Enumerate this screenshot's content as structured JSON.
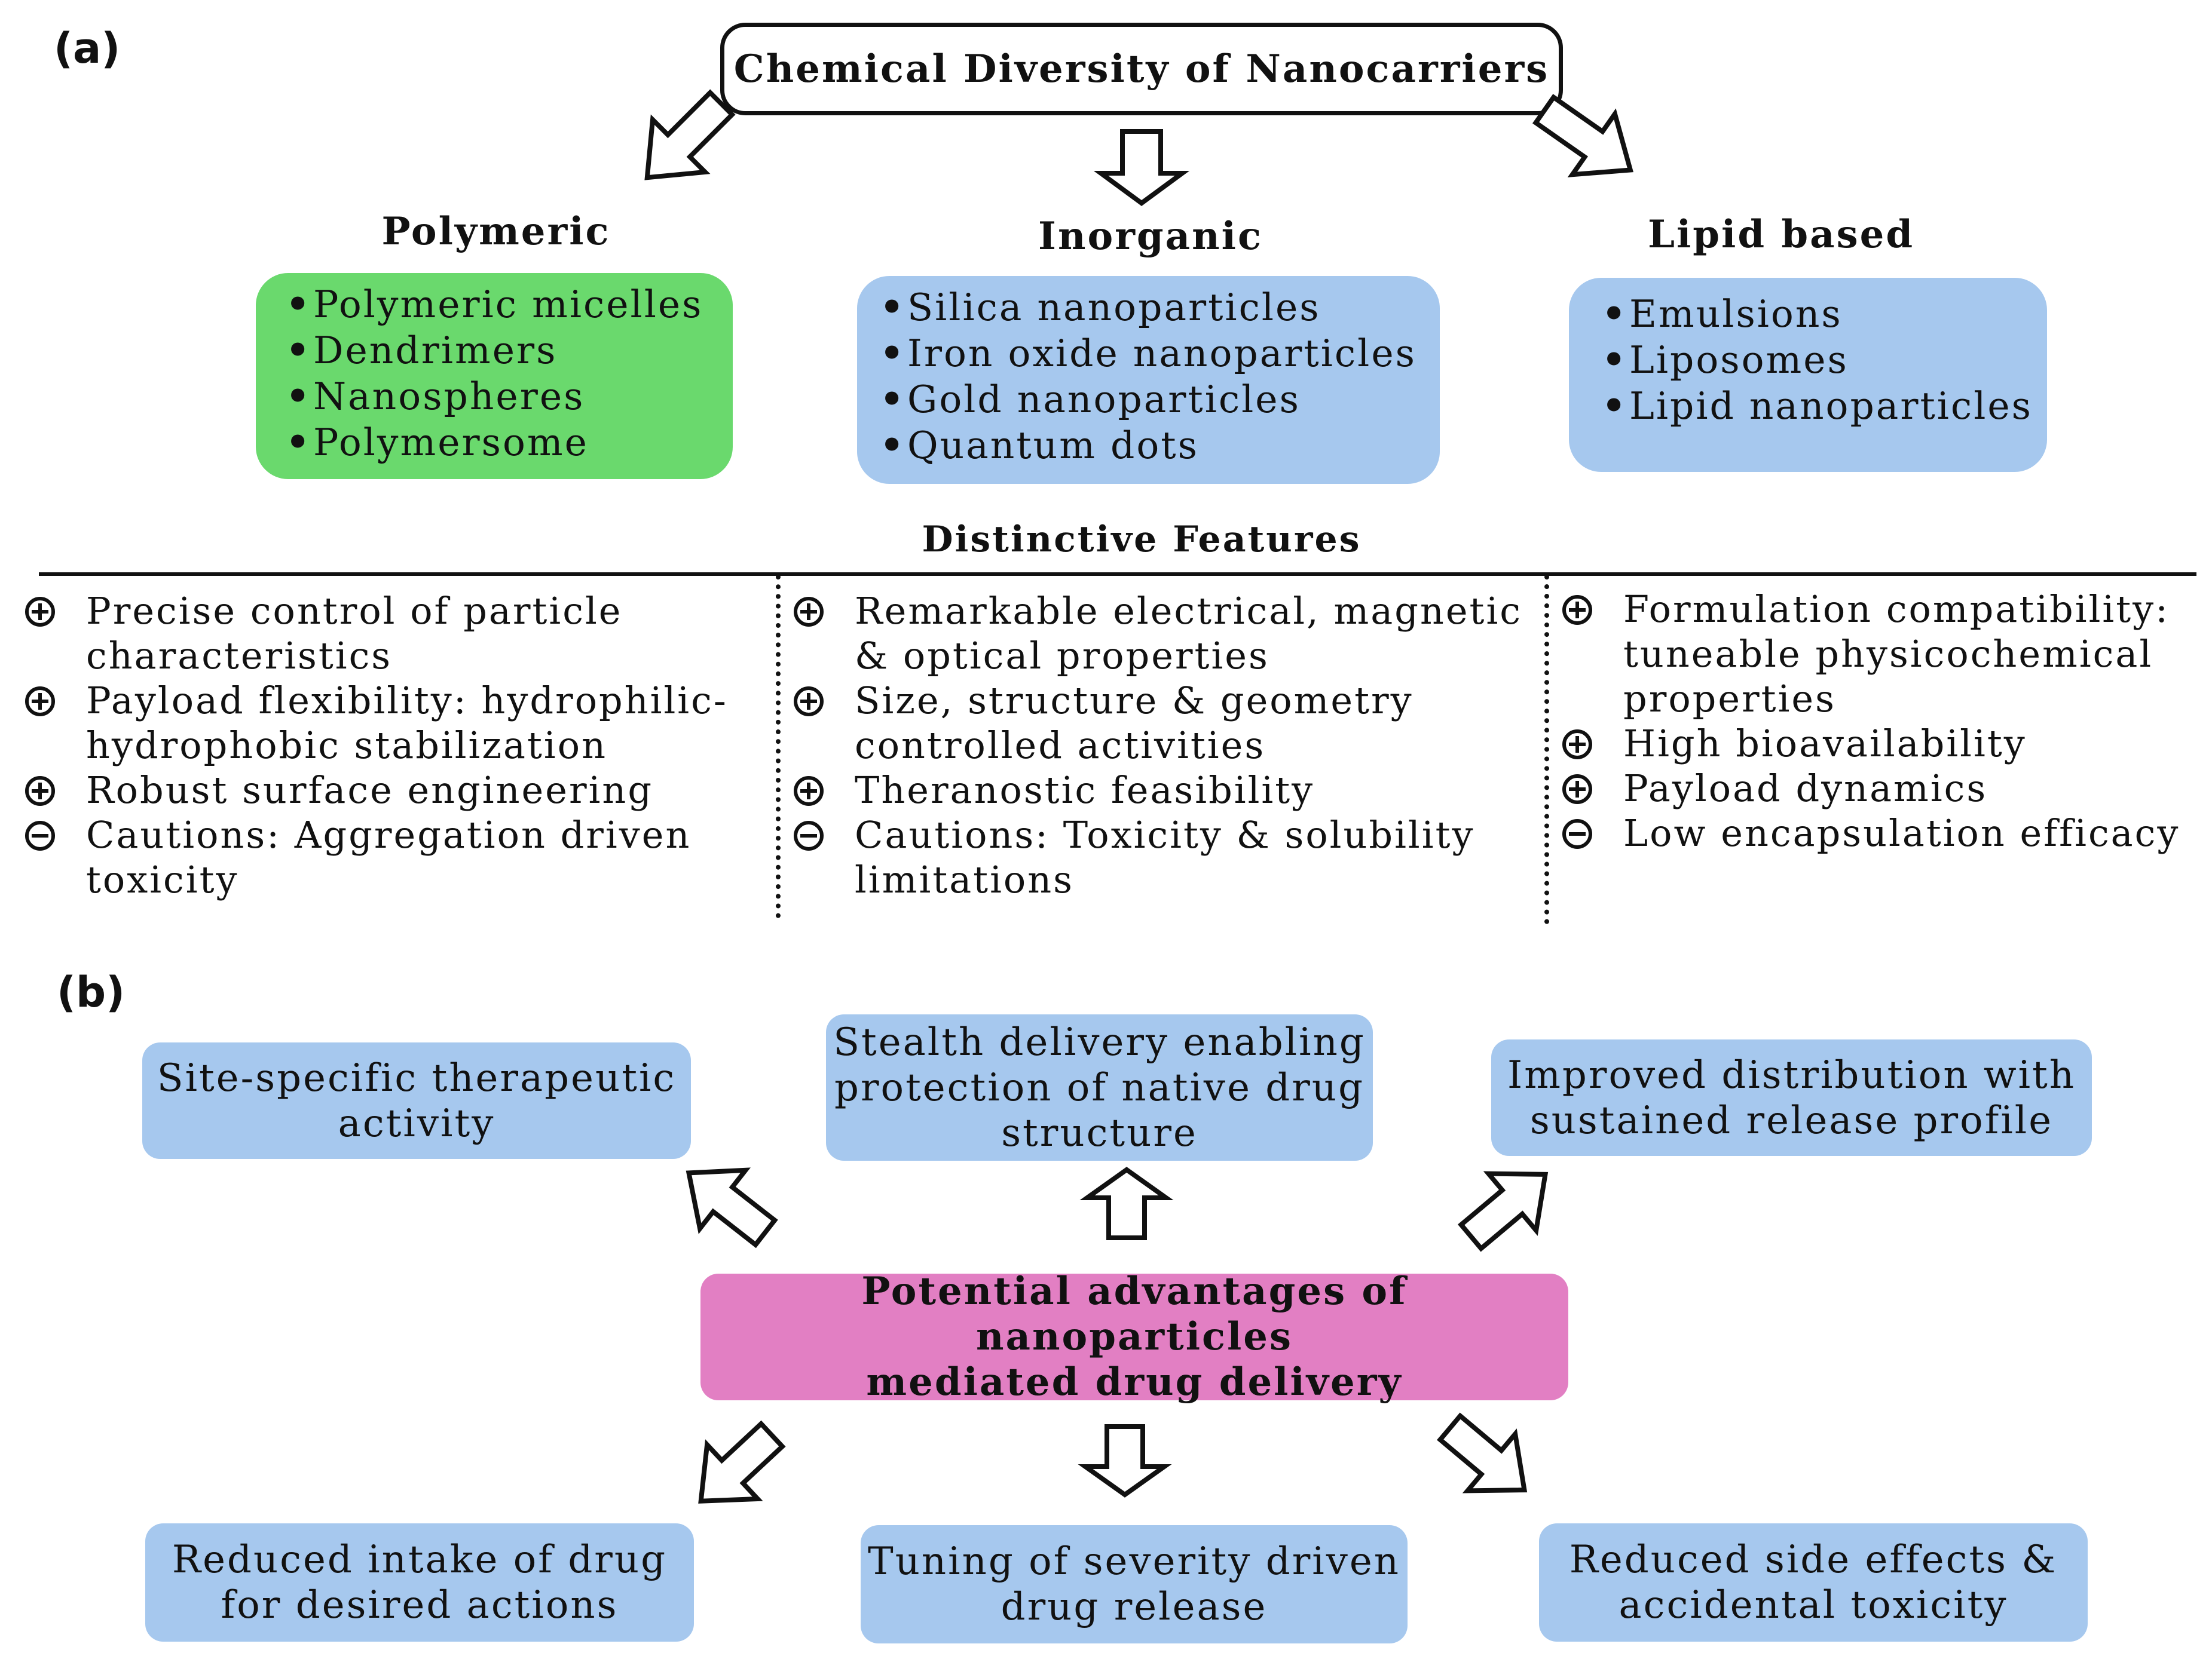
{
  "panel_a": {
    "label": "(a)",
    "title": "Chemical Diversity of Nanocarriers",
    "categories": [
      {
        "heading": "Polymeric",
        "items": [
          "Polymeric micelles",
          "Dendrimers",
          "Nanospheres",
          "Polymersome"
        ],
        "color": "#6ad96d"
      },
      {
        "heading": "Inorganic",
        "items": [
          "Silica nanoparticles",
          "Iron oxide nanoparticles",
          "Gold nanoparticles",
          "Quantum dots"
        ],
        "color": "#a6c8ee"
      },
      {
        "heading": "Lipid based",
        "items": [
          "Emulsions",
          "Liposomes",
          "Lipid nanoparticles"
        ],
        "color": "#a6c8ee"
      }
    ],
    "features_title": "Distinctive Features",
    "features": [
      [
        {
          "sign": "plus",
          "lines": [
            "Precise control of particle",
            "characteristics"
          ]
        },
        {
          "sign": "plus",
          "lines": [
            "Payload flexibility: hydrophilic-",
            "hydrophobic stabilization"
          ]
        },
        {
          "sign": "plus",
          "lines": [
            "Robust surface engineering"
          ]
        },
        {
          "sign": "minus",
          "lines": [
            "Cautions: Aggregation driven",
            "toxicity"
          ]
        }
      ],
      [
        {
          "sign": "plus",
          "lines": [
            "Remarkable electrical, magnetic",
            "& optical properties"
          ]
        },
        {
          "sign": "plus",
          "lines": [
            "Size, structure & geometry",
            "controlled activities"
          ]
        },
        {
          "sign": "plus",
          "lines": [
            "Theranostic feasibility"
          ]
        },
        {
          "sign": "minus",
          "lines": [
            "Cautions: Toxicity & solubility",
            "limitations"
          ]
        }
      ],
      [
        {
          "sign": "plus",
          "lines": [
            "Formulation compatibility:",
            "tuneable physicochemical",
            "properties"
          ]
        },
        {
          "sign": "plus",
          "lines": [
            "High bioavailability"
          ]
        },
        {
          "sign": "plus",
          "lines": [
            "Payload dynamics"
          ]
        },
        {
          "sign": "minus",
          "lines": [
            "Low encapsulation efficacy"
          ]
        }
      ]
    ]
  },
  "panel_b": {
    "label": "(b)",
    "center": [
      "Potential advantages of nanoparticles",
      "mediated drug delivery"
    ],
    "center_color": "#e27fc3",
    "box_color": "#a6c8ee",
    "top": [
      [
        "Site-specific therapeutic",
        "activity"
      ],
      [
        "Stealth delivery enabling",
        "protection of native drug",
        "structure"
      ],
      [
        "Improved distribution with",
        "sustained release profile"
      ]
    ],
    "bottom": [
      [
        "Reduced intake of drug",
        "for desired actions"
      ],
      [
        "Tuning of severity driven",
        "drug release"
      ],
      [
        "Reduced side effects &",
        "accidental toxicity"
      ]
    ]
  }
}
